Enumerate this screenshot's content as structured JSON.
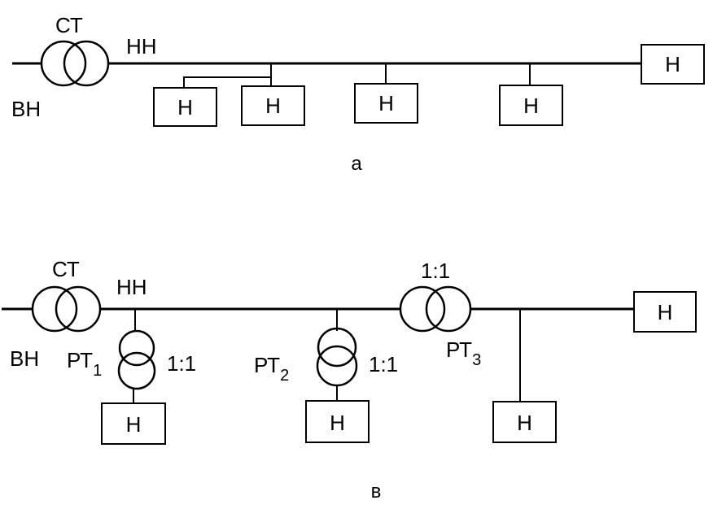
{
  "diagram_a": {
    "transformer_label": "СТ",
    "hv_label": "ВН",
    "lv_label": "НН",
    "load_label": "Н",
    "caption": "а"
  },
  "diagram_b": {
    "transformer_label": "СТ",
    "hv_label": "ВН",
    "lv_label": "НН",
    "load_label": "Н",
    "rt1": {
      "base": "РТ",
      "sub": "1",
      "ratio": "1:1"
    },
    "rt2": {
      "base": "РТ",
      "sub": "2",
      "ratio": "1:1"
    },
    "rt3": {
      "base": "РТ",
      "sub": "3",
      "ratio": "1:1"
    },
    "caption": "в"
  }
}
